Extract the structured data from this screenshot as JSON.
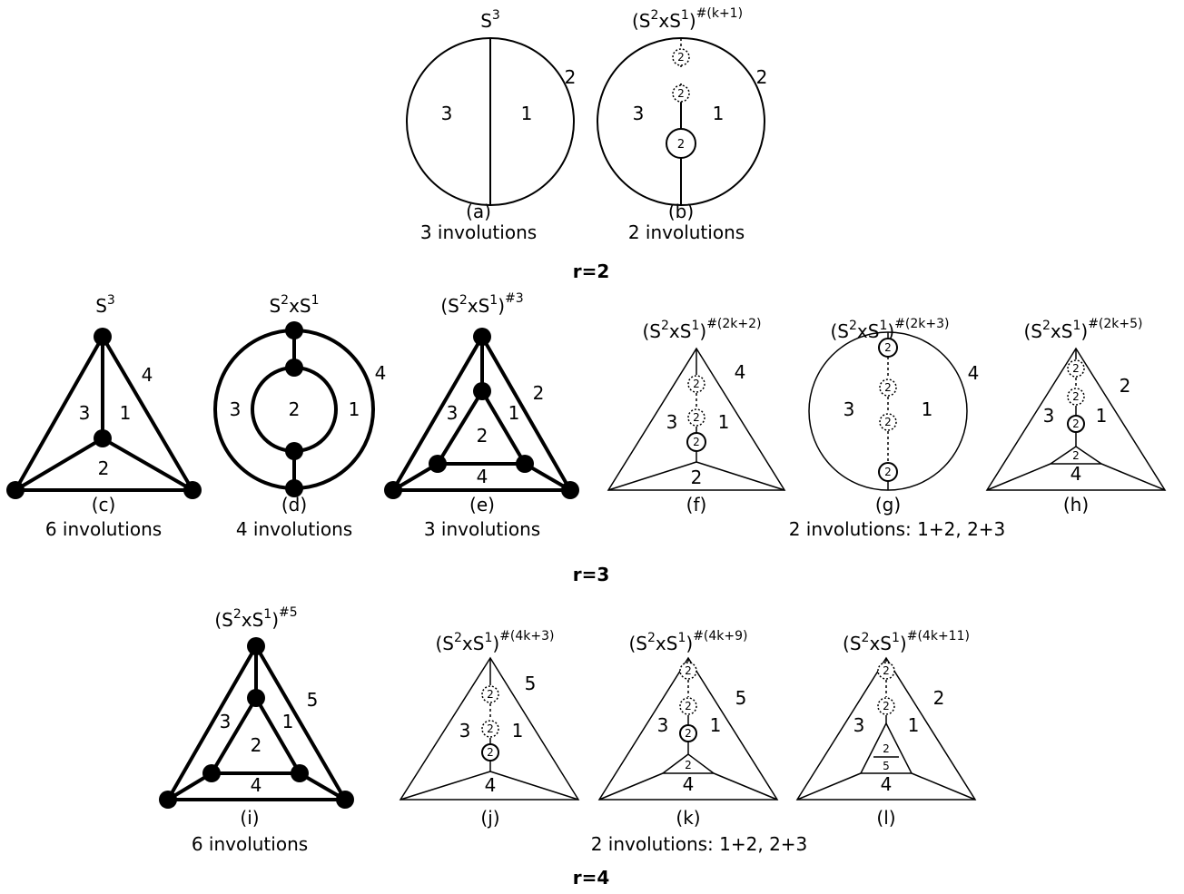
{
  "figure": {
    "row_labels": [
      "r=2",
      "r=3",
      "r=4"
    ],
    "region_value": "2",
    "panels": [
      {
        "id": "a",
        "title_base": "S",
        "title_sup": "3",
        "caption": "(a)",
        "note": "3 involutions",
        "labels": [
          "3",
          "1",
          "2"
        ]
      },
      {
        "id": "b",
        "title_base": "(S",
        "title_mid": "xS",
        "title_end": ")",
        "sup1": "2",
        "sup2": "1",
        "sup3": "#(k+1)",
        "caption": "(b)",
        "note": "2 involutions",
        "labels": [
          "3",
          "1",
          "2"
        ]
      },
      {
        "id": "c",
        "title_base": "S",
        "title_sup": "3",
        "caption": "(c)",
        "note": "6 involutions",
        "labels": [
          "3",
          "1",
          "4",
          "2"
        ]
      },
      {
        "id": "d",
        "title_base": "S",
        "title_mid": "xS",
        "sup1": "2",
        "sup2": "1",
        "caption": "(d)",
        "note": "4 involutions",
        "labels": [
          "3",
          "2",
          "1",
          "4"
        ]
      },
      {
        "id": "e",
        "title_base": "(S",
        "title_mid": "xS",
        "title_end": ")",
        "sup1": "2",
        "sup2": "1",
        "sup3": "#3",
        "caption": "(e)",
        "note": "3 involutions",
        "labels": [
          "3",
          "2",
          "1",
          "2",
          "4"
        ]
      },
      {
        "id": "f",
        "title_base": "(S",
        "title_mid": "xS",
        "title_end": ")",
        "sup1": "2",
        "sup2": "1",
        "sup3": "#(2k+2)",
        "caption": "(f)",
        "labels": [
          "3",
          "1",
          "4",
          "2"
        ]
      },
      {
        "id": "g",
        "title_base": "(S",
        "title_mid": "xS",
        "title_end": ")",
        "sup1": "2",
        "sup2": "1",
        "sup3": "#(2k+3)",
        "caption": "(g)",
        "labels": [
          "3",
          "1",
          "4"
        ]
      },
      {
        "id": "h",
        "title_base": "(S",
        "title_mid": "xS",
        "title_end": ")",
        "sup1": "2",
        "sup2": "1",
        "sup3": "#(2k+5)",
        "caption": "(h)",
        "labels": [
          "3",
          "1",
          "2",
          "4"
        ]
      },
      {
        "id": "i",
        "title_base": "(S",
        "title_mid": "xS",
        "title_end": ")",
        "sup1": "2",
        "sup2": "1",
        "sup3": "#5",
        "caption": "(i)",
        "note": "6 involutions",
        "labels": [
          "3",
          "2",
          "1",
          "5",
          "4"
        ]
      },
      {
        "id": "j",
        "title_base": "(S",
        "title_mid": "xS",
        "title_end": ")",
        "sup1": "2",
        "sup2": "1",
        "sup3": "#(4k+3)",
        "caption": "(j)",
        "labels": [
          "3",
          "1",
          "5",
          "4"
        ]
      },
      {
        "id": "k",
        "title_base": "(S",
        "title_mid": "xS",
        "title_end": ")",
        "sup1": "2",
        "sup2": "1",
        "sup3": "#(4k+9)",
        "caption": "(k)",
        "labels": [
          "3",
          "1",
          "5",
          "4"
        ]
      },
      {
        "id": "l",
        "title_base": "(S",
        "title_mid": "xS",
        "title_end": ")",
        "sup1": "2",
        "sup2": "1",
        "sup3": "#(4k+11)",
        "caption": "(l)",
        "labels": [
          "3",
          "1",
          "2",
          "4",
          "5"
        ]
      }
    ],
    "group_notes": {
      "fgh": "2 involutions: 1+2, 2+3",
      "jkl": "2 involutions: 1+2, 2+3"
    }
  }
}
